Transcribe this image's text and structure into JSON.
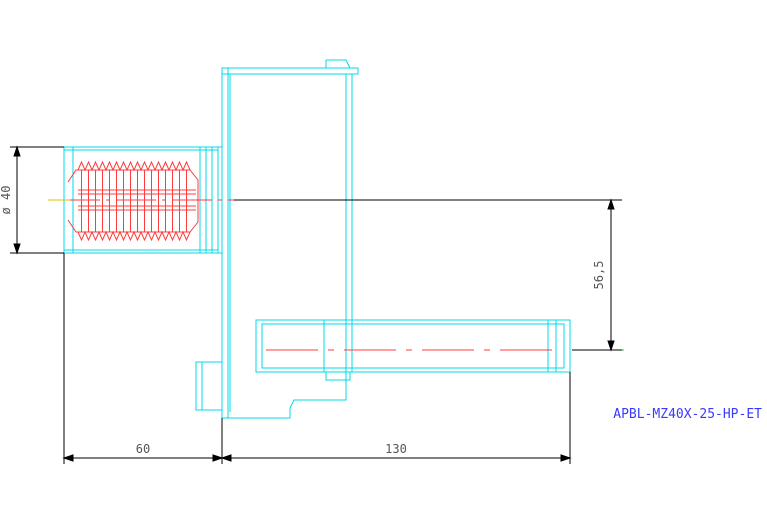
{
  "drawing": {
    "part_label": "APBL-MZ40X-25-HP-ET",
    "colors": {
      "background": "#ffffff",
      "outline": "#00d8e8",
      "thread": "#ff3c3c",
      "centerline": "#ff3c3c",
      "dimension": "#000000",
      "dimension_text": "#555555",
      "label": "#3a3aff",
      "center_marker": "#22cc22",
      "center_point": "#e0c000"
    }
  },
  "dimensions": {
    "diameter": "ø 40",
    "offset": "56,5",
    "shank_length": "60",
    "overall_length": "130"
  }
}
